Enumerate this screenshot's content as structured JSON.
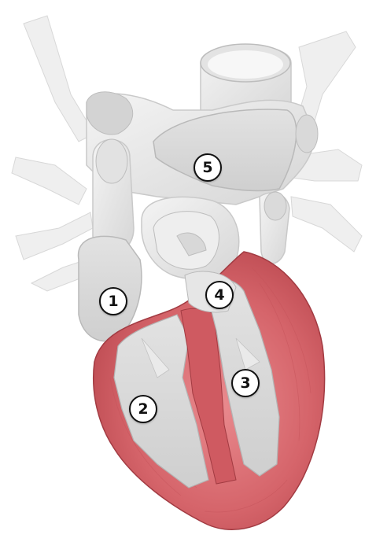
{
  "figure": {
    "markers": [
      {
        "id": "m1",
        "label": "1"
      },
      {
        "id": "m2",
        "label": "2"
      },
      {
        "id": "m3",
        "label": "3"
      },
      {
        "id": "m4",
        "label": "4"
      },
      {
        "id": "m5",
        "label": "5"
      }
    ],
    "colors": {
      "myocardium": "#d5646a",
      "myocardium_dark": "#b8464d",
      "vessel": "#e9e9e9",
      "vessel_shadow": "#cfcfcf",
      "chamber_interior": "#d9d9d9",
      "marker_fill": "#ffffff",
      "marker_border": "#111111"
    }
  }
}
